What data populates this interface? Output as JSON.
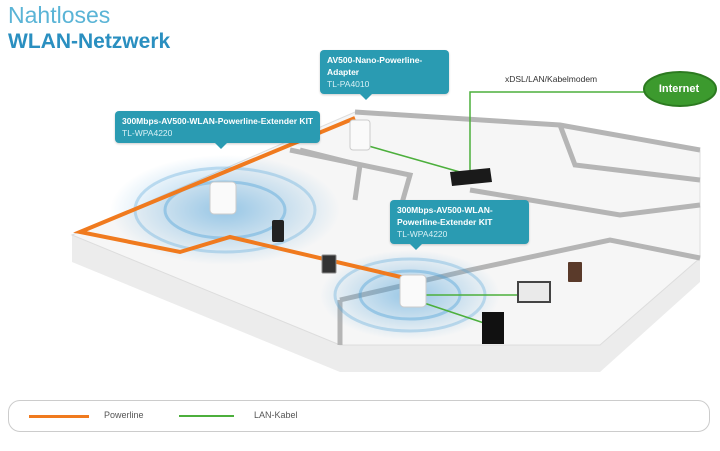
{
  "title": {
    "line1": "Nahtloses",
    "line2": "WLAN-Netzwerk"
  },
  "callouts": [
    {
      "name": "300Mbps-AV500-WLAN-Powerline-Extender KIT",
      "model": "TL-WPA4220"
    },
    {
      "name": "AV500-Nano-Powerline-Adapter",
      "model": "TL-PA4010"
    },
    {
      "name": "300Mbps-AV500-WLAN-Powerline-Extender KIT",
      "model": "TL-WPA4220"
    }
  ],
  "modem_label": "xDSL/LAN/Kabelmodem",
  "internet_label": "Internet",
  "legend": {
    "powerline": "Powerline",
    "lan": "LAN-Kabel"
  },
  "colors": {
    "powerline": "#f07a1e",
    "lan": "#4caf3c",
    "callout": "#2a9bb2",
    "wifi": "#4a9fd8",
    "wall": "#b5b5b5"
  }
}
